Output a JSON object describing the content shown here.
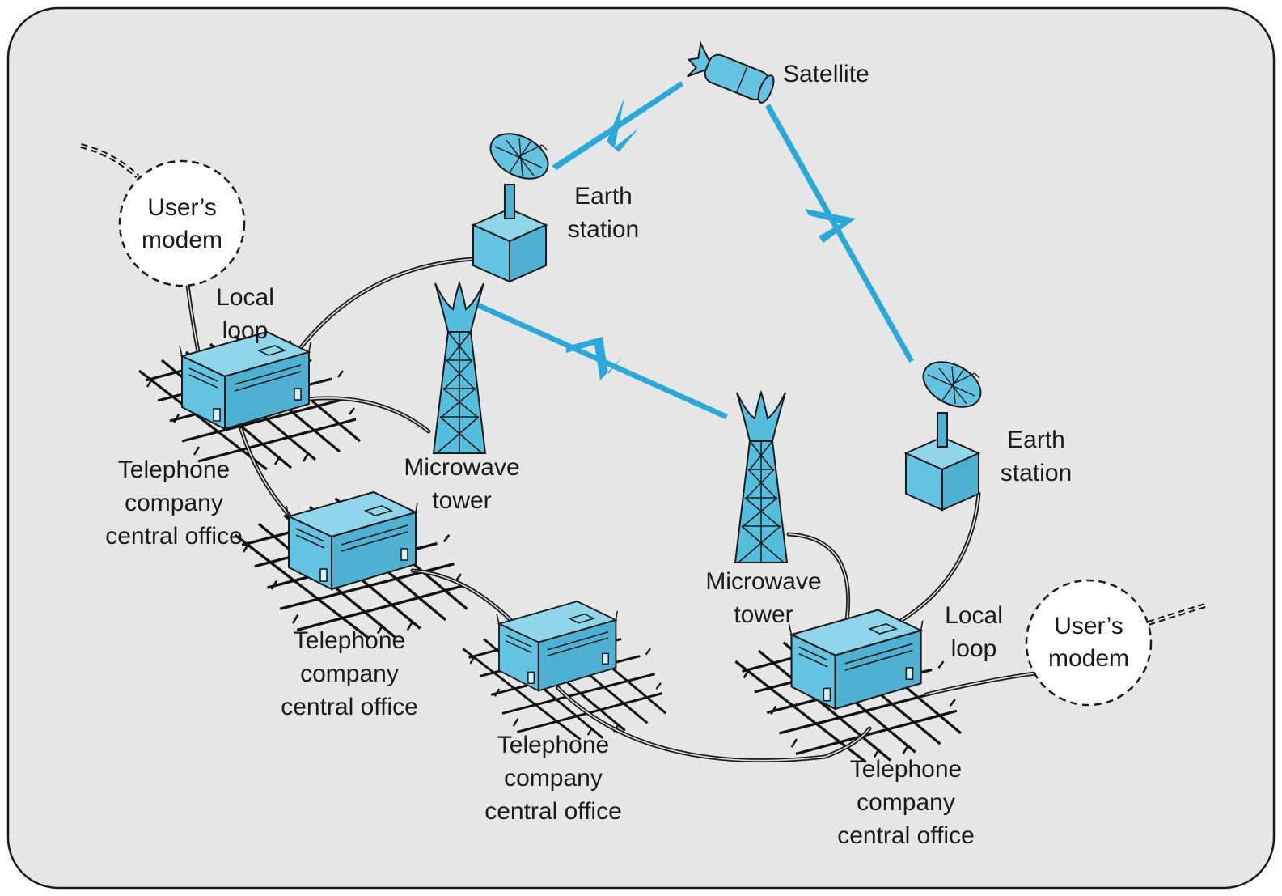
{
  "labels": {
    "satellite": "Satellite",
    "earth_station_left": [
      "Earth",
      "station"
    ],
    "earth_station_right": [
      "Earth",
      "station"
    ],
    "users_modem_left": [
      "User’s",
      "modem"
    ],
    "users_modem_right": [
      "User’s",
      "modem"
    ],
    "local_loop_left": [
      "Local",
      "loop"
    ],
    "local_loop_right": [
      "Local",
      "loop"
    ],
    "microwave_tower_left": [
      "Microwave",
      "tower"
    ],
    "microwave_tower_right": [
      "Microwave",
      "tower"
    ],
    "central_office_1": [
      "Telephone",
      "company",
      "central office"
    ],
    "central_office_2": [
      "Telephone",
      "company",
      "central office"
    ],
    "central_office_3": [
      "Telephone",
      "company",
      "central office"
    ],
    "central_office_4": [
      "Telephone",
      "company",
      "central office"
    ]
  },
  "colors": {
    "background": "#e6e6e6",
    "equipment_blue": "#63c3e0",
    "signal_blue": "#29a9d9",
    "ink": "#1a1a1a"
  }
}
